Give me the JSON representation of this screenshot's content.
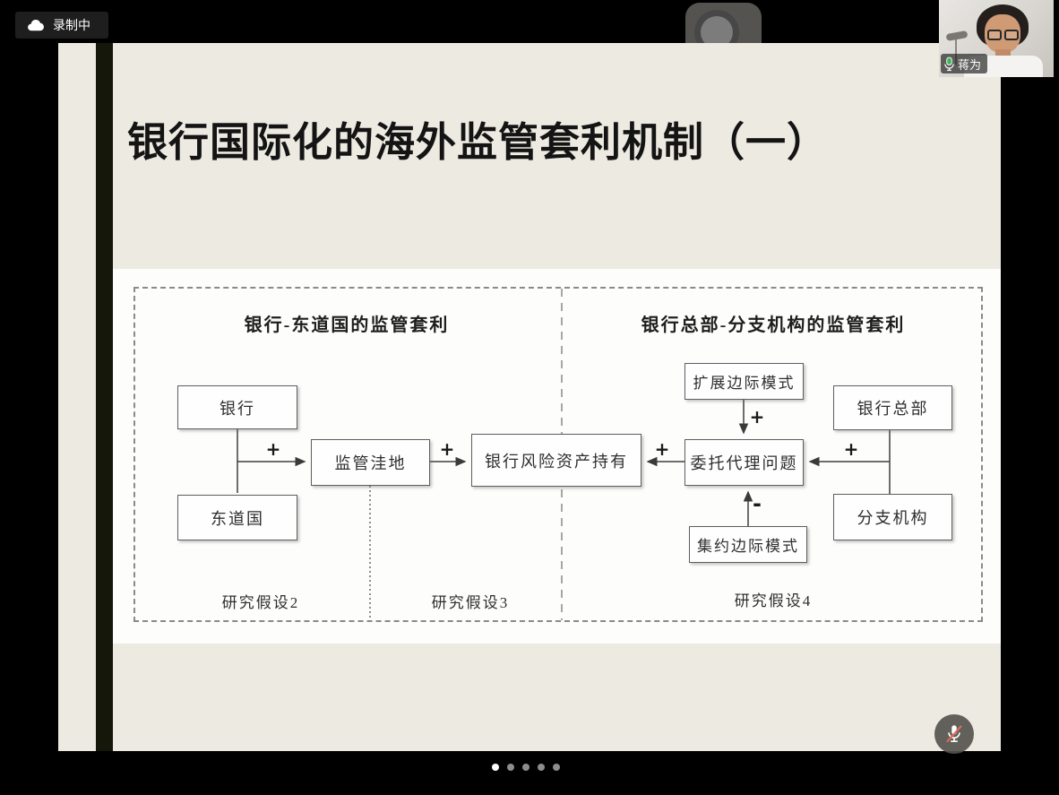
{
  "meeting": {
    "recording_label": "录制中",
    "participant": {
      "name": "蒋为",
      "mic_muted_in_tile": false
    },
    "mute_button_state": "muted"
  },
  "slide": {
    "title": "银行国际化的海外监管套利机制（一）",
    "pagination": {
      "total": 5,
      "active_index": 0
    }
  },
  "diagram": {
    "left": {
      "header": "银行-东道国的监管套利",
      "bank": "银行",
      "host_country": "东道国",
      "regulatory_lowland": "监管洼地",
      "hypothesis_2": "研究假设2",
      "hypothesis_3": "研究假设3"
    },
    "center": {
      "risk_asset_holding": "银行风险资产持有"
    },
    "right": {
      "header": "银行总部-分支机构的监管套利",
      "extensive_margin": "扩展边际模式",
      "headquarters": "银行总部",
      "principal_agent": "委托代理问题",
      "branch": "分支机构",
      "intensive_margin": "集约边际模式",
      "hypothesis_4": "研究假设4"
    },
    "signs": {
      "bank_to_lowland": "+",
      "lowland_to_risk": "+",
      "agency_to_risk": "+",
      "extensive_to_agency": "+",
      "hq_to_agency": "+",
      "intensive_to_agency": "-"
    }
  },
  "colors": {
    "background": "#000000",
    "slide_bg": "#edeae1",
    "diagram_canvas_bg": "#fdfdfc",
    "badge_bg": "#1e1e1e",
    "mic_level_green": "#3db954",
    "mute_slash_red": "#e06a58",
    "active_dot": "#ffffff",
    "inactive_dot": "#8d8d8d"
  }
}
